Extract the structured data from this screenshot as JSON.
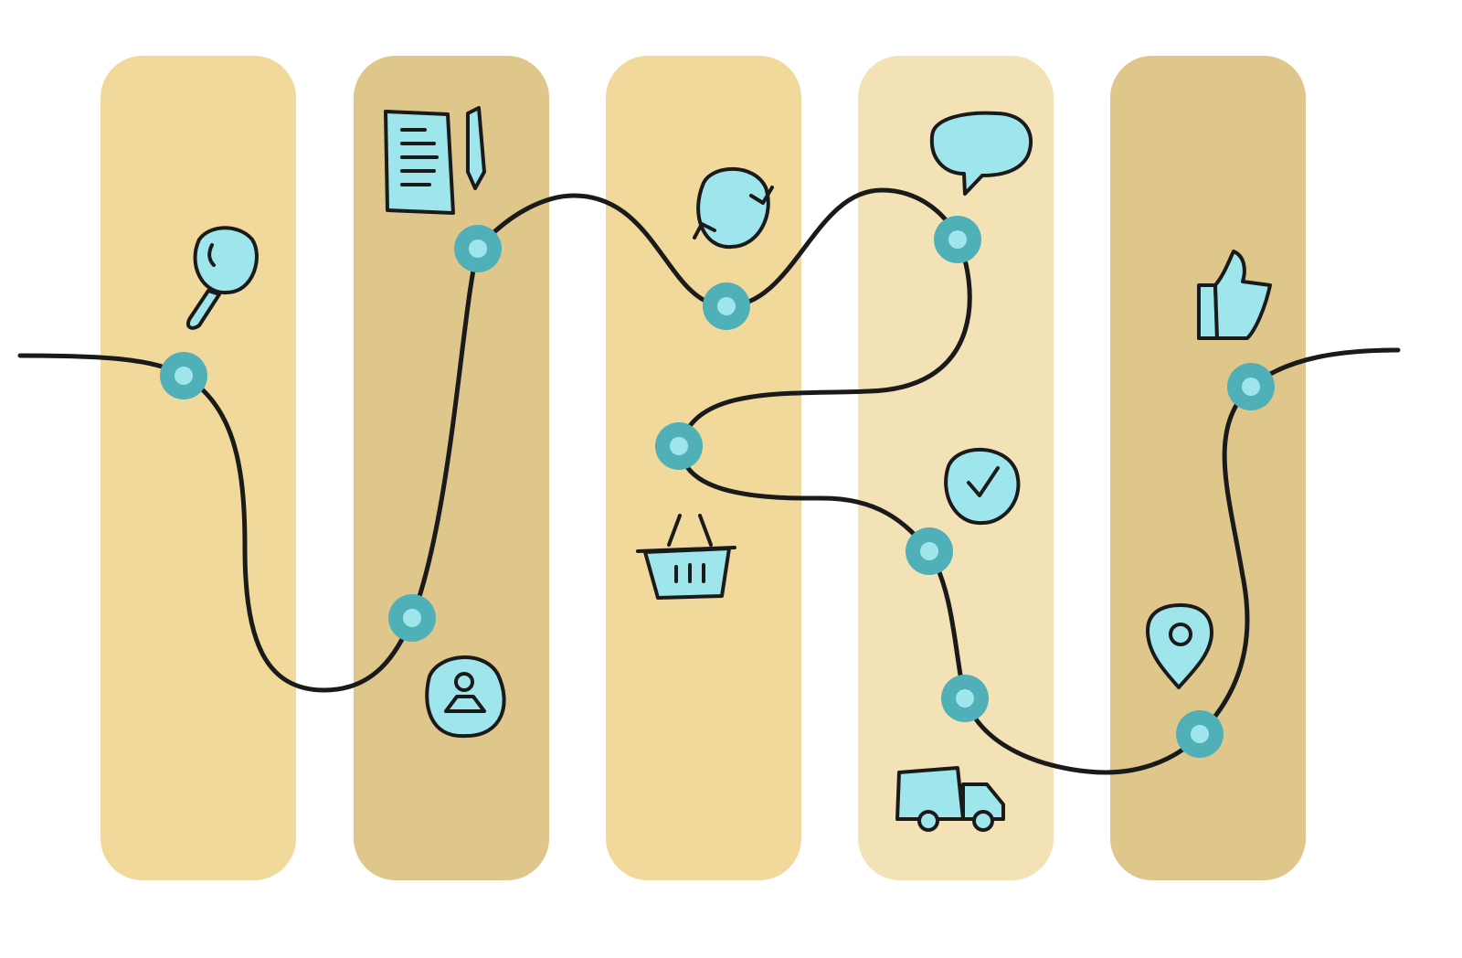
{
  "colors": {
    "column_light": "#f0d99b",
    "column_dark": "#dfc78b",
    "column_pale": "#f2e2b6",
    "path_line": "#1a1a1a",
    "node_outer": "#4fb0b8",
    "node_inner": "#9ee6ec",
    "icon_fill": "#9ee6ec"
  },
  "columns": [
    "light",
    "dark",
    "light",
    "pale",
    "dark"
  ],
  "icons": [
    "magnifier-icon",
    "user-profile-icon",
    "document-pencil-icon",
    "refresh-icon",
    "shopping-basket-icon",
    "speech-bubble-icon",
    "checkmark-badge-icon",
    "delivery-truck-icon",
    "location-pin-icon",
    "thumbs-up-icon"
  ],
  "node_count": 10
}
